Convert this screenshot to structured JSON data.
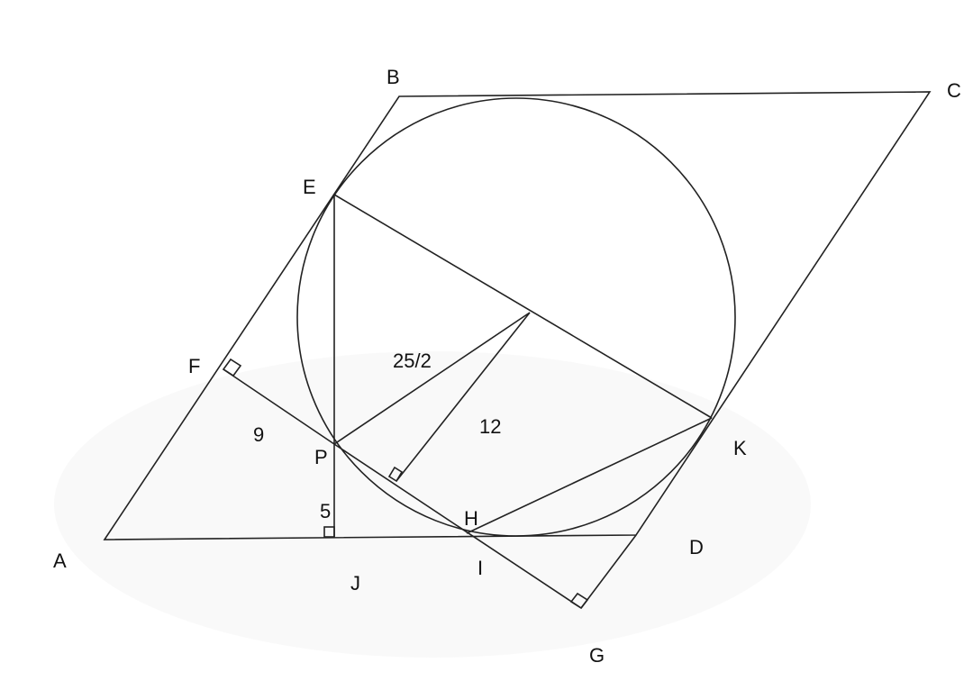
{
  "points": {
    "A": "A",
    "B": "B",
    "C": "C",
    "D": "D",
    "E": "E",
    "F": "F",
    "G": "G",
    "H": "H",
    "I": "I",
    "J": "J",
    "K": "K",
    "P": "P"
  },
  "measurements": {
    "PF": "9",
    "PJ": "5",
    "radius": "25/2",
    "center_to_chord": "12"
  }
}
